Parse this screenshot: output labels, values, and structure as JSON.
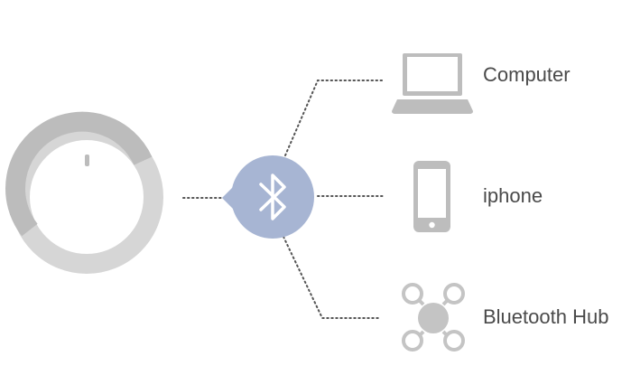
{
  "devices": [
    {
      "label": "Computer",
      "icon": "laptop-icon"
    },
    {
      "label": "iphone",
      "icon": "phone-icon"
    },
    {
      "label": "Bluetooth Hub",
      "icon": "hub-icon"
    }
  ],
  "center_icon": "bluetooth-icon",
  "source_icon": "knob-icon",
  "colors": {
    "bluetooth_bubble": "#a7b5d3",
    "device_gray": "#bdbdbd",
    "ring_dark": "#bcbcbc",
    "ring_light": "#d6d6d6",
    "connector": "#555555",
    "label_text": "#4a4a4a"
  }
}
